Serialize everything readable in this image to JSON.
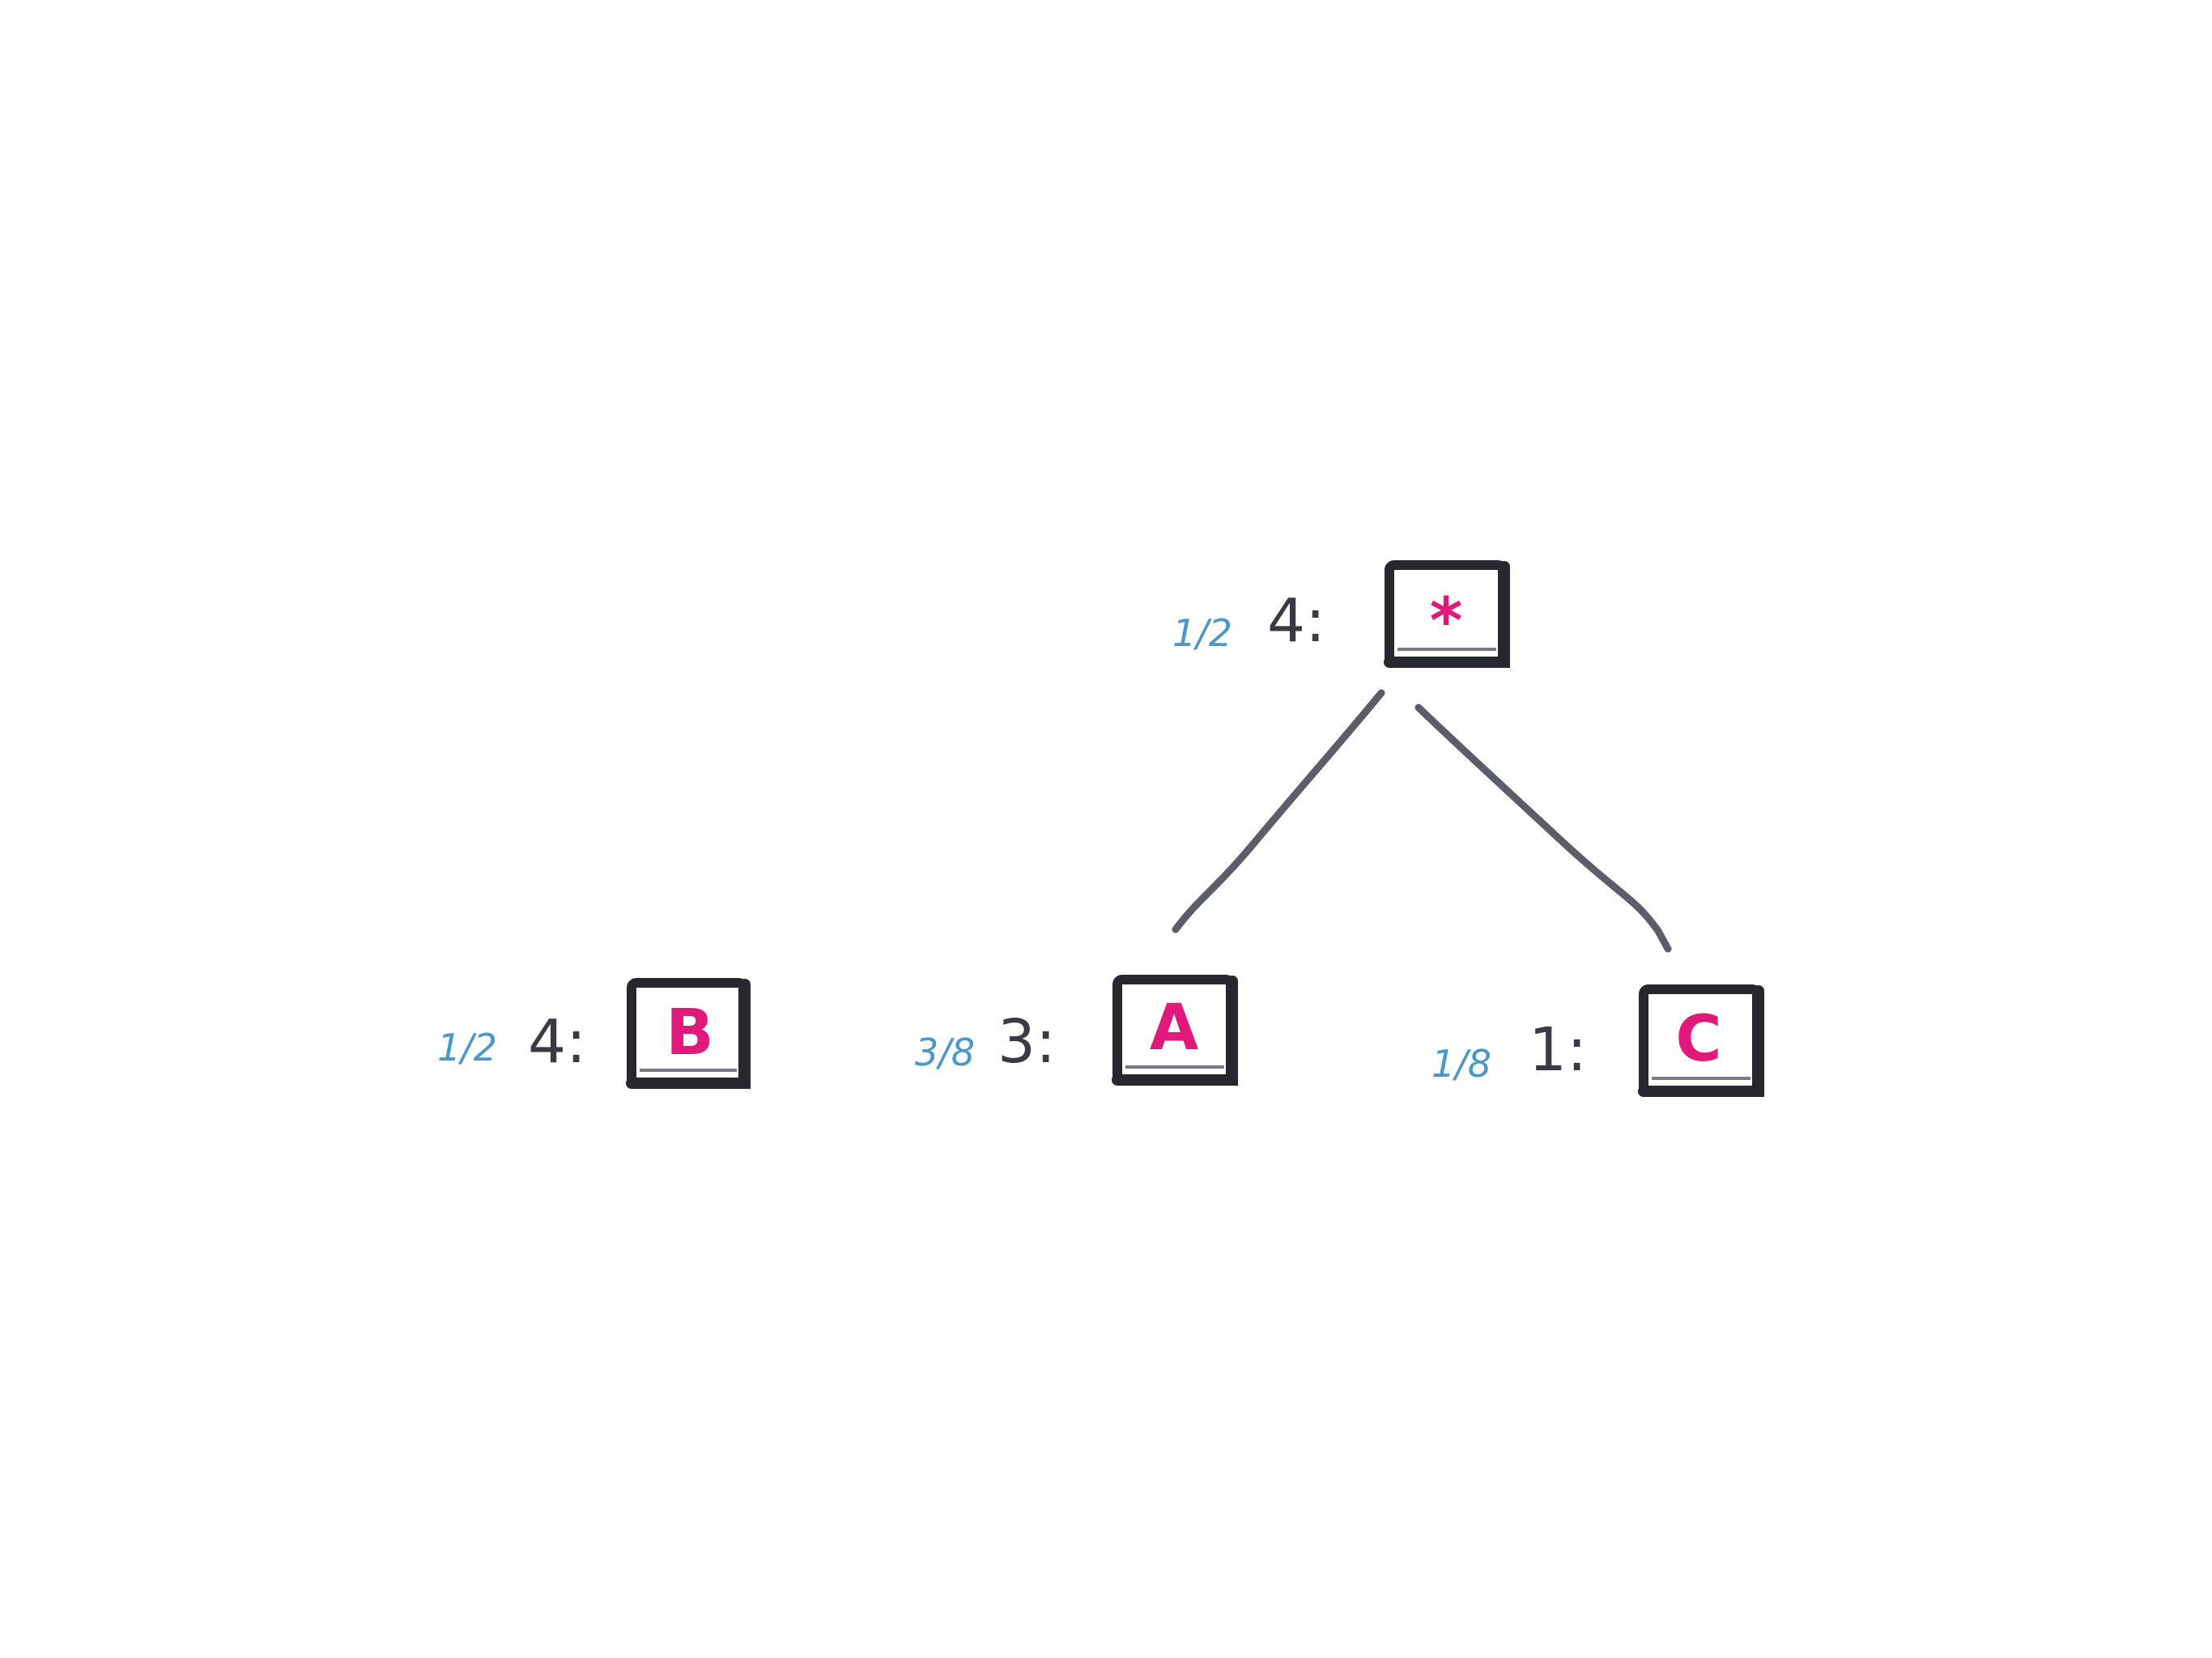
{
  "diagram": {
    "nodes": [
      {
        "id": "root",
        "fraction": "1/2",
        "weight": "4:",
        "symbol": "*"
      },
      {
        "id": "b",
        "fraction": "1/2",
        "weight": "4:",
        "symbol": "B"
      },
      {
        "id": "a",
        "fraction": "3/8",
        "weight": "3:",
        "symbol": "A"
      },
      {
        "id": "c",
        "fraction": "1/8",
        "weight": "1:",
        "symbol": "C"
      }
    ],
    "edges": [
      {
        "from": "root",
        "to": "a"
      },
      {
        "from": "root",
        "to": "c"
      }
    ],
    "colors": {
      "fraction": "#4a97c9",
      "weight": "#3a3a44",
      "symbol": "#e0197a",
      "box": "#26272f",
      "edge": "#5b5d68"
    }
  }
}
